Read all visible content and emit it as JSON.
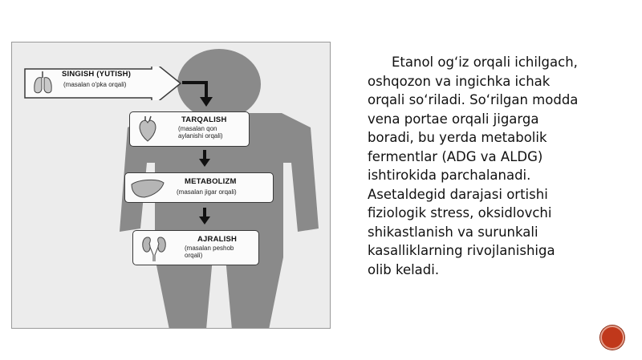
{
  "figure": {
    "stages": [
      {
        "title": "SINGISH (YUTISH)",
        "subtitle": "(masalan o'pka orqali)",
        "organ": "lungs-icon"
      },
      {
        "title": "TARQALISH",
        "subtitle": "(masalan qon\naylanishi orqali)",
        "organ": "heart-icon"
      },
      {
        "title": "METABOLIZM",
        "subtitle": "(masalan jigar orqali)",
        "organ": "liver-icon"
      },
      {
        "title": "AJRALISH",
        "subtitle": "(masalan peshob\norqali)",
        "organ": "kidneys-icon"
      }
    ]
  },
  "text": {
    "paragraph": "Etanol og‘iz orqali ichilgach,\noshqozon va ingichka ichak\norqali so‘riladi. So‘rilgan modda\nvena portae orqali jigarga\nboradi, bu yerda metabolik\nfermentlar (ADG va ALDG)\nishtirokida parchalanadi.\nAsetaldegid darajasi ortishi\nfiziologik stress, oksidlovchi\nshikastlanish va surunkali\nkasalliklarning rivojlanishiga\nolib keladi."
  },
  "colors": {
    "body_silhouette": "#8a8a8a",
    "accent_button": "#c0381b"
  },
  "navigation": {
    "next_icon": "circle-button-icon"
  }
}
